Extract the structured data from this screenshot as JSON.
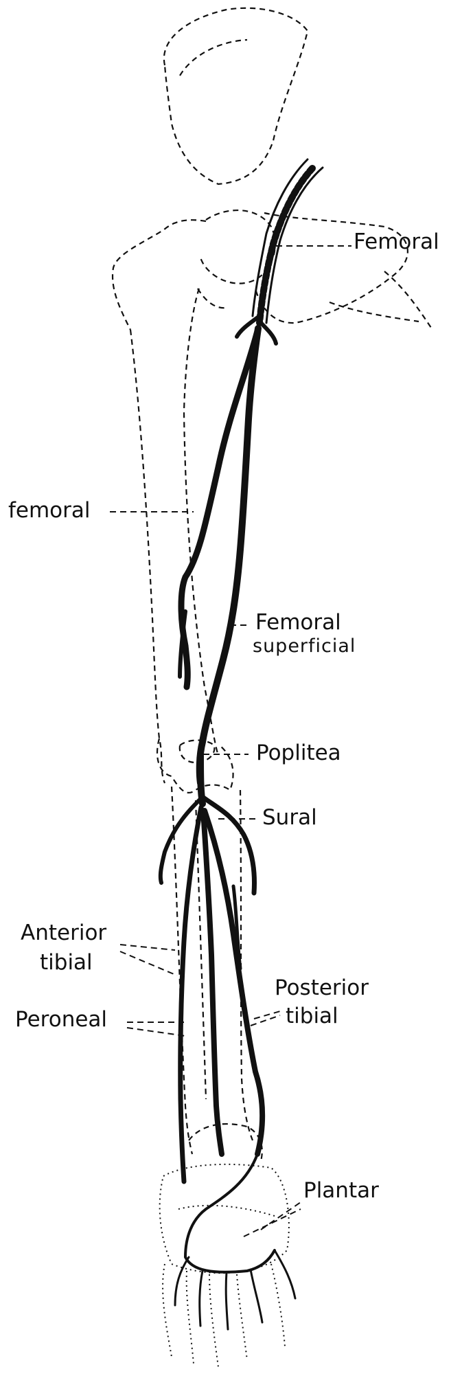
{
  "labels": {
    "femoral_top": "Femoral",
    "femoral_deep": "femoral",
    "femoral_superficial_1": "Femoral",
    "femoral_superficial_2": "superficial",
    "poplitea": "Poplitea",
    "sural": "Sural",
    "anterior_tibial_1": "Anterior",
    "anterior_tibial_2": "tibial",
    "peroneal": "Peroneal",
    "posterior_tibial_1": "Posterior",
    "posterior_tibial_2": "tibial",
    "plantar": "Plantar"
  },
  "colors": {
    "ink": "#111111",
    "background": "#ffffff"
  }
}
